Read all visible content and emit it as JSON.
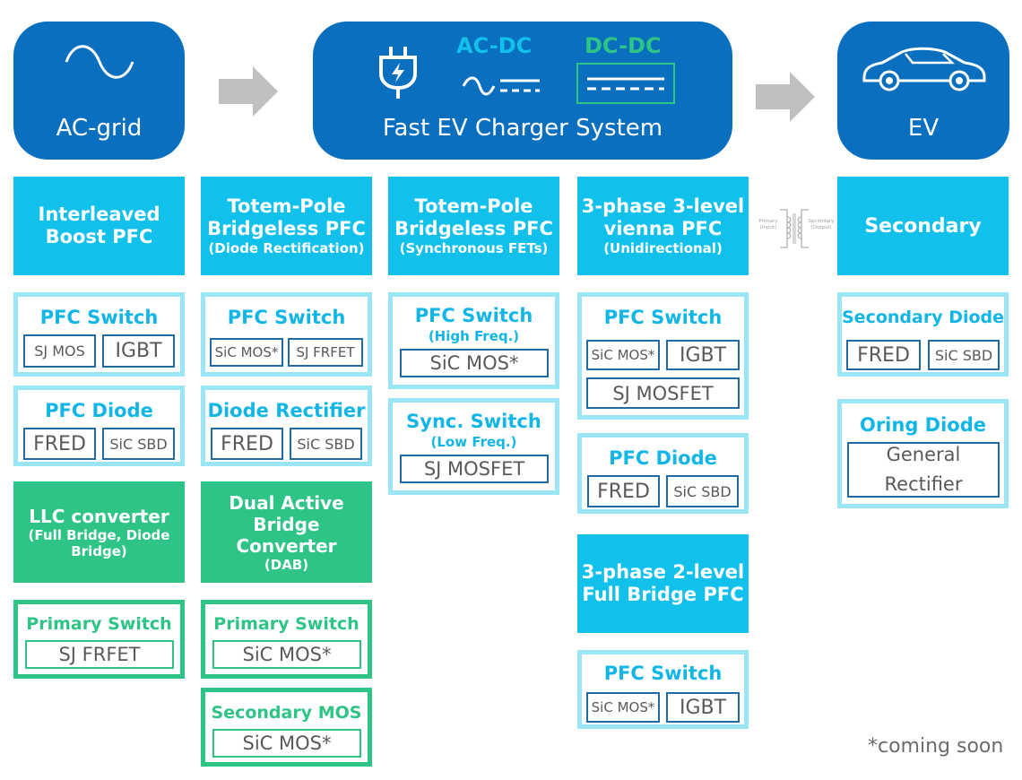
{
  "top": {
    "ac_grid": "AC-grid",
    "charger": "Fast EV Charger System",
    "acdc": "AC-DC",
    "dcdc": "DC-DC",
    "ev": "EV"
  },
  "columns": {
    "c1": {
      "header": "Interleaved Boost PFC",
      "pfc_switch": {
        "title": "PFC Switch",
        "chips": [
          "SJ MOS",
          "IGBT"
        ]
      },
      "pfc_diode": {
        "title": "PFC Diode",
        "chips": [
          "FRED",
          "SiC SBD"
        ]
      },
      "llc": {
        "title": "LLC converter",
        "sub": "(Full Bridge, Diode Bridge)"
      },
      "primary": {
        "title": "Primary  Switch",
        "chip": "SJ FRFET"
      }
    },
    "c2": {
      "header": "Totem-Pole Bridgeless PFC",
      "header_sub": "(Diode Rectification)",
      "pfc_switch": {
        "title": "PFC Switch",
        "chips": [
          "SiC MOS*",
          "SJ FRFET"
        ]
      },
      "diode_rect": {
        "title": "Diode Rectifier",
        "chips": [
          "FRED",
          "SiC SBD"
        ]
      },
      "dab": {
        "title": "Dual Active Bridge Converter",
        "sub": "(DAB)"
      },
      "primary": {
        "title": "Primary  Switch",
        "chip": "SiC MOS*"
      },
      "secondary": {
        "title": "Secondary MOS",
        "chip": "SiC MOS*"
      }
    },
    "c3": {
      "header": "Totem-Pole Bridgeless PFC",
      "header_sub": "(Synchronous FETs)",
      "pfc_switch": {
        "title": "PFC Switch",
        "sub": "(High Freq.)",
        "chip": "SiC MOS*"
      },
      "sync_switch": {
        "title": "Sync. Switch",
        "sub": "(Low Freq.)",
        "chip": "SJ MOSFET"
      }
    },
    "c4": {
      "header": "3-phase 3-level vienna PFC",
      "header_sub": "(Unidirectional)",
      "pfc_switch": {
        "title": "PFC Switch",
        "chips": [
          "SiC MOS*",
          "IGBT"
        ],
        "chip_wide": "SJ MOSFET"
      },
      "pfc_diode": {
        "title": "PFC Diode",
        "chips": [
          "FRED",
          "SiC SBD"
        ]
      },
      "header2": "3-phase 2-level Full Bridge  PFC",
      "pfc_switch2": {
        "title": "PFC Switch",
        "chips": [
          "SiC MOS*",
          "IGBT"
        ]
      }
    },
    "transformer": {
      "primary": "Primary (Input)",
      "secondary": "Secondary (Output)"
    },
    "c5": {
      "header": "Secondary",
      "sec_diode": {
        "title": "Secondary Diode",
        "chips": [
          "FRED",
          "SiC SBD"
        ]
      },
      "oring": {
        "title": "Oring Diode",
        "chip": "General Rectifier"
      }
    }
  },
  "note": "*coming soon",
  "colors": {
    "blue": "#0a6fbf",
    "cyan": "#12c0ec",
    "green": "#2ec486",
    "light_border": "#9be6f6"
  }
}
